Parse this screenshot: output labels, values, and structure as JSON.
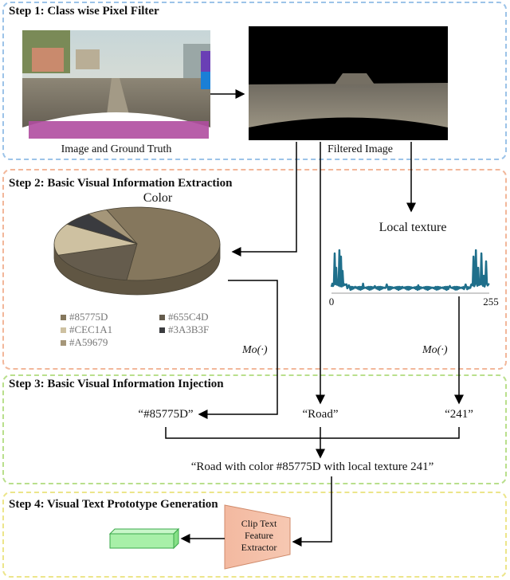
{
  "steps": [
    {
      "title": "Step 1: Class wise Pixel Filter",
      "color": "#9cc3e8"
    },
    {
      "title": "Step 2: Basic Visual Information Extraction",
      "color": "#f2b79a"
    },
    {
      "title": "Step 3: Basic Visual Information Injection",
      "color": "#b9df8c"
    },
    {
      "title": "Step 4: Visual Text Prototype Generation",
      "color": "#ece58a"
    }
  ],
  "step1": {
    "image_caption": "Image and Ground Truth",
    "filtered_caption": "Filtered Image"
  },
  "step2": {
    "color_title": "Color",
    "texture_title": "Local texture",
    "hist_min": "0",
    "hist_max": "255",
    "legend": [
      {
        "label": "#85775D",
        "color": "#85775D"
      },
      {
        "label": "#655C4D",
        "color": "#655C4D"
      },
      {
        "label": "#CEC1A1",
        "color": "#CEC1A1"
      },
      {
        "label": "#3A3B3F",
        "color": "#3A3B3F"
      },
      {
        "label": "#A59679",
        "color": "#A59679"
      }
    ],
    "pie_shares": [
      0.58,
      0.18,
      0.14,
      0.06,
      0.04
    ],
    "mo_label": "Mo(·)"
  },
  "step3": {
    "color_token": "“#85775D”",
    "class_token": "“Road”",
    "texture_token": "“241”",
    "sentence": "“Road with color #85775D with local texture 241”"
  },
  "step4": {
    "encoder_label": "Clip Text Feature Extractor"
  }
}
